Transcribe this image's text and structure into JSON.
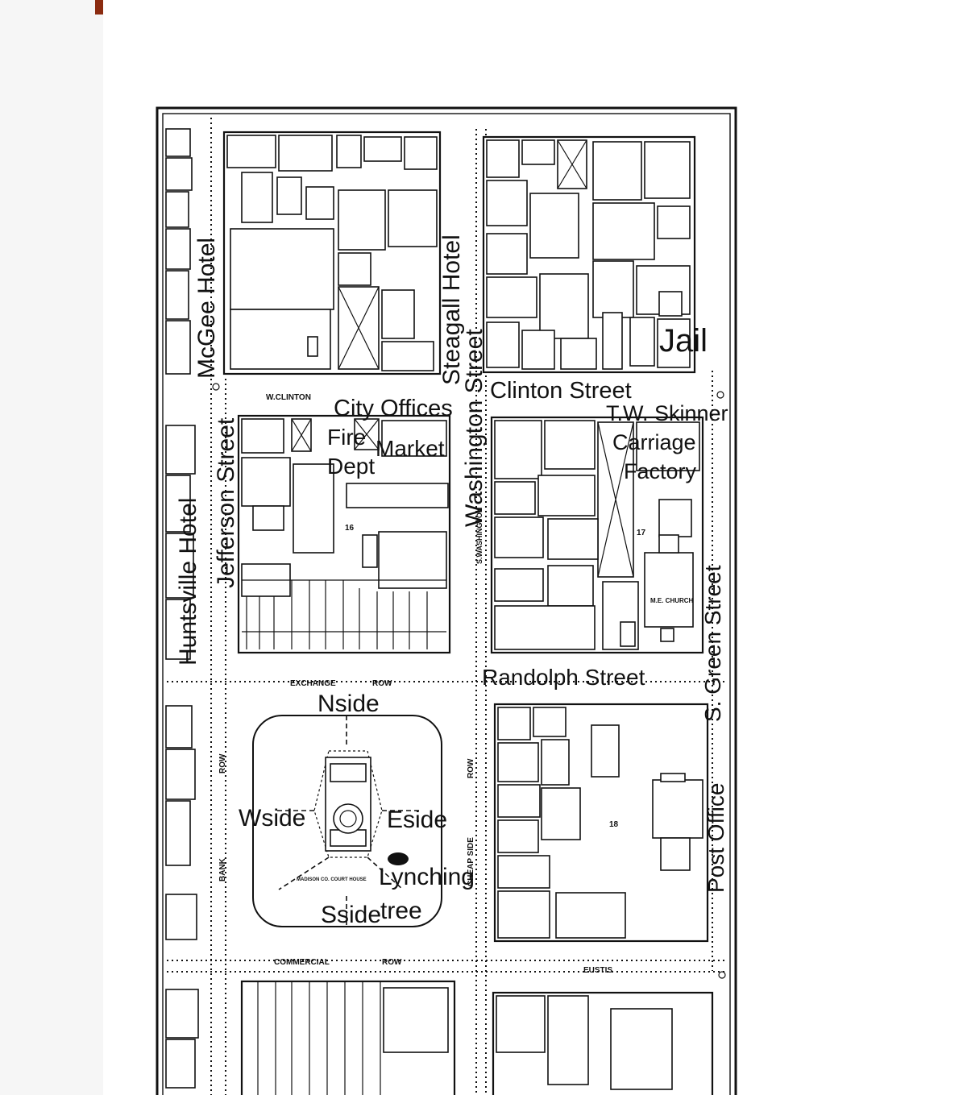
{
  "colors": {
    "ink": "#111111",
    "paper": "#ffffff",
    "page_edge": "#f6f6f6",
    "corner_mark": "#8b2b10"
  },
  "labels": {
    "mcgee_hotel": "McGee Hotel",
    "jefferson_street": "Jefferson Street",
    "huntsville_hotel": "Huntsville Hotel",
    "steagall_hotel": "Steagall Hotel",
    "washington_street": "Washington Street",
    "jail": "Jail",
    "clinton_street": "Clinton Street",
    "city_offices": "City Offices",
    "fire_dept_1": "Fire",
    "fire_dept_2": "Dept",
    "market": "Market",
    "skinner_1": "T.W. Skinner",
    "skinner_2": "Carriage",
    "skinner_3": "Factory",
    "green_street": "S. Green Street",
    "randolph_street": "Randolph Street",
    "n_side": "Nside",
    "w_side": "Wside",
    "e_side": "Eside",
    "s_side": "Sside",
    "lynching_1": "Lynching",
    "lynching_2": "tree",
    "post_office": "Post Office"
  },
  "printed": {
    "w_clinton": "W.CLINTON",
    "exchange_row_1": "EXCHANGE",
    "exchange_row_2": "ROW",
    "commercial_row_1": "COMMERCIAL",
    "commercial_row_2": "ROW",
    "bank_row_1": "BANK",
    "bank_row_2": "ROW",
    "cheap_side_row_1": "CHEAP SIDE",
    "cheap_side_row_2": "ROW",
    "eustis": "EUSTIS",
    "block_16": "16",
    "block_17": "17",
    "block_18": "18",
    "me_church": "M.E. CHURCH",
    "court_house": "MADISON CO. COURT HOUSE",
    "s_washington": "S.WASHINGTON"
  },
  "icons": [
    "lynching-tree-marker-icon",
    "fountain-icon",
    "hydrant-icon"
  ]
}
